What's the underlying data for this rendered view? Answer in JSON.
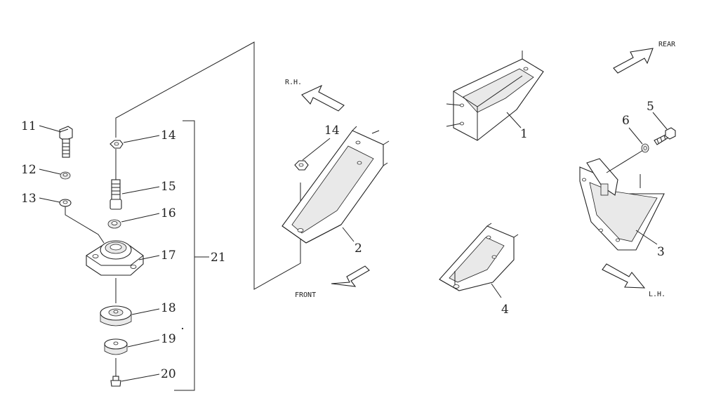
{
  "callouts": {
    "n1": "1",
    "n2": "2",
    "n3": "3",
    "n4": "4",
    "n5": "5",
    "n6": "6",
    "n11": "11",
    "n12": "12",
    "n13": "13",
    "n14a": "14",
    "n14b": "14",
    "n15": "15",
    "n16": "16",
    "n17": "17",
    "n18": "18",
    "n19": "19",
    "n20": "20",
    "n21": "21"
  },
  "directions": {
    "rear": "REAR",
    "rh": "R.H.",
    "front": "FRONT",
    "lh": "L.H."
  }
}
